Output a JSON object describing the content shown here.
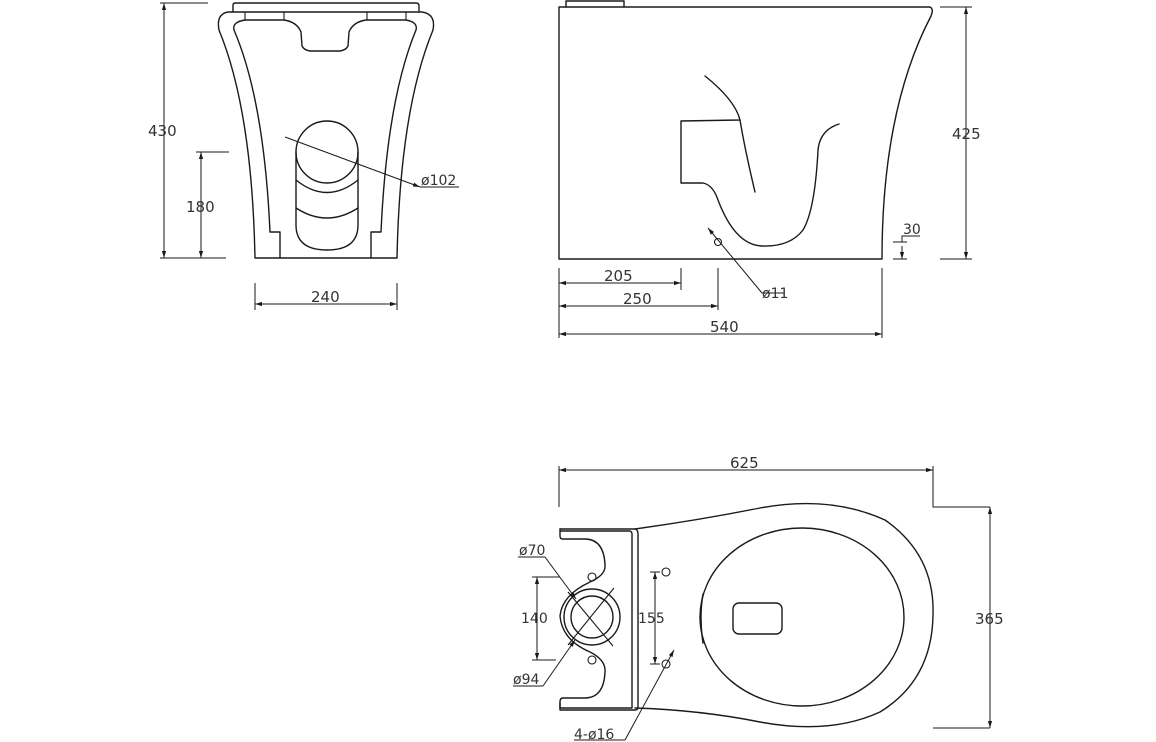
{
  "drawing": {
    "line_color": "#1a1a1a",
    "text_color": "#333333",
    "background": "#ffffff"
  },
  "front_view": {
    "height_label": "430",
    "outlet_height_label": "180",
    "outlet_diameter_label": "ø102",
    "width_label": "240"
  },
  "side_view": {
    "height_label": "425",
    "foot_offset_label": "30",
    "dim_205_label": "205",
    "dim_250_label": "250",
    "length_label": "540",
    "fixing_hole_label": "ø11"
  },
  "plan_view": {
    "length_label": "625",
    "width_label": "365",
    "waste_inner_label": "ø70",
    "waste_outer_label": "ø94",
    "hole_spacing_140_label": "140",
    "hole_spacing_155_label": "155",
    "fixing_holes_label": "4-ø16"
  }
}
